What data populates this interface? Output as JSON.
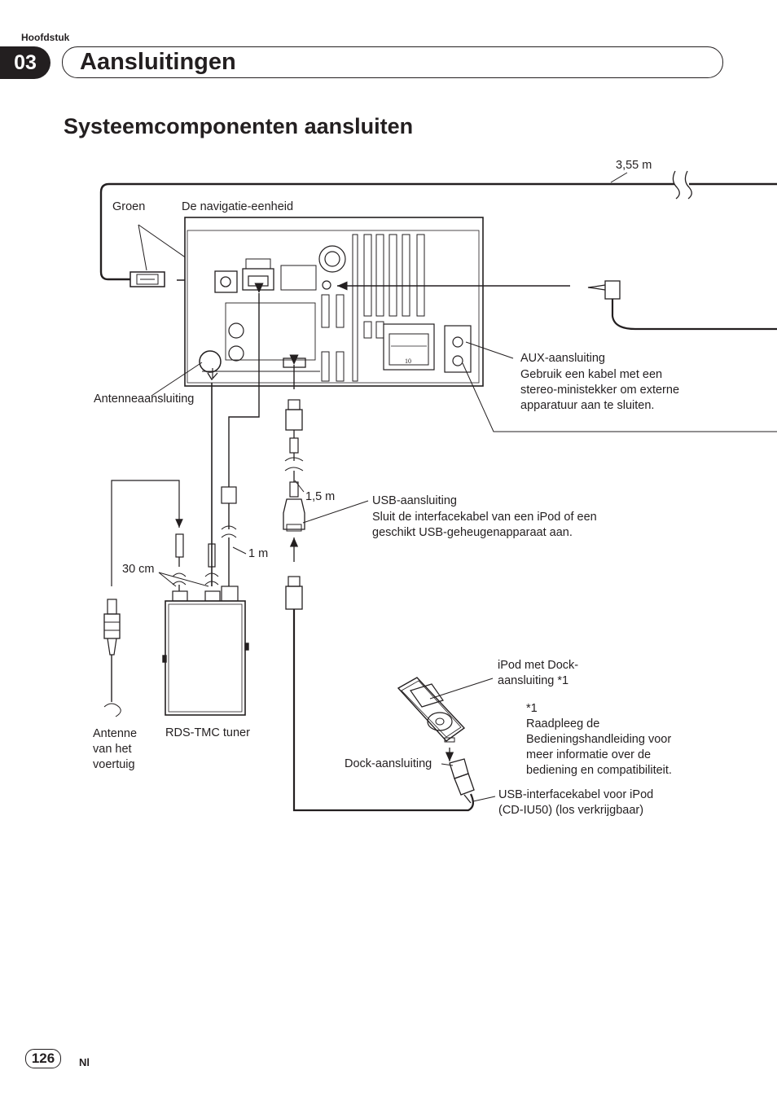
{
  "header": {
    "chapter_word": "Hoofdstuk",
    "chapter_number": "03",
    "chapter_title": "Aansluitingen"
  },
  "section": {
    "title": "Systeemcomponenten aansluiten"
  },
  "diagram": {
    "labels": {
      "length_355": "3,55 m",
      "groen": "Groen",
      "nav_unit": "De navigatie-eenheid",
      "antenna_connector": "Antenneaansluiting",
      "aux_title": "AUX-aansluiting",
      "aux_desc": "Gebruik een kabel met een stereo-ministekker om externe apparatuur aan te sluiten.",
      "length_15": "1,5 m",
      "usb_title": "USB-aansluiting",
      "usb_desc": "Sluit de interfacekabel van een iPod of een geschikt USB-geheugenapparaat aan.",
      "length_1": "1 m",
      "length_30": "30 cm",
      "ipod_title": "iPod met Dock-aansluiting *1",
      "footnote_mark": "*1",
      "footnote_text": "Raadpleeg de Bedieningshandleiding voor meer informatie over de bediening en compatibiliteit.",
      "vehicle_antenna": "Antenne van het voertuig",
      "rds_tuner": "RDS-TMC tuner",
      "dock_connector": "Dock-aansluiting",
      "usb_cable": "USB-interfacekabel voor iPod (CD-IU50) (los verkrijgbaar)",
      "connector_number": "10"
    }
  },
  "footer": {
    "page_number": "126",
    "language": "Nl"
  }
}
